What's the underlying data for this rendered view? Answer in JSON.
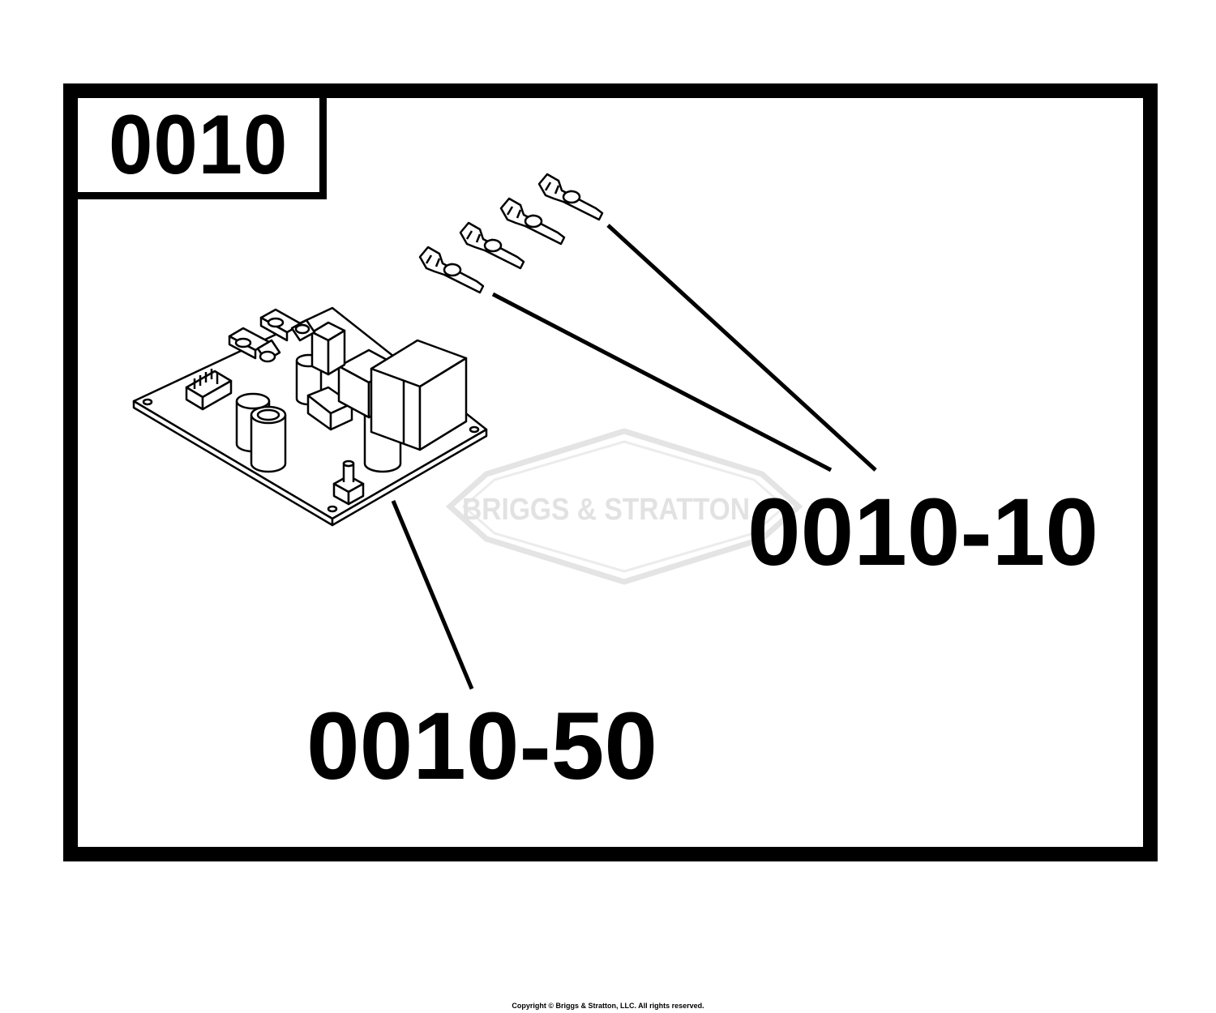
{
  "section": {
    "number": "0010"
  },
  "watermark": {
    "brand": "BRIGGS & STRATTON"
  },
  "callouts": {
    "terminals": "0010-10",
    "circuit_board": "0010-50"
  },
  "footer": {
    "copyright": "Copyright © Briggs & Stratton, LLC. All rights reserved."
  },
  "colors": {
    "ink": "#000000",
    "paper": "#ffffff",
    "watermark": "#e6e6e6"
  }
}
